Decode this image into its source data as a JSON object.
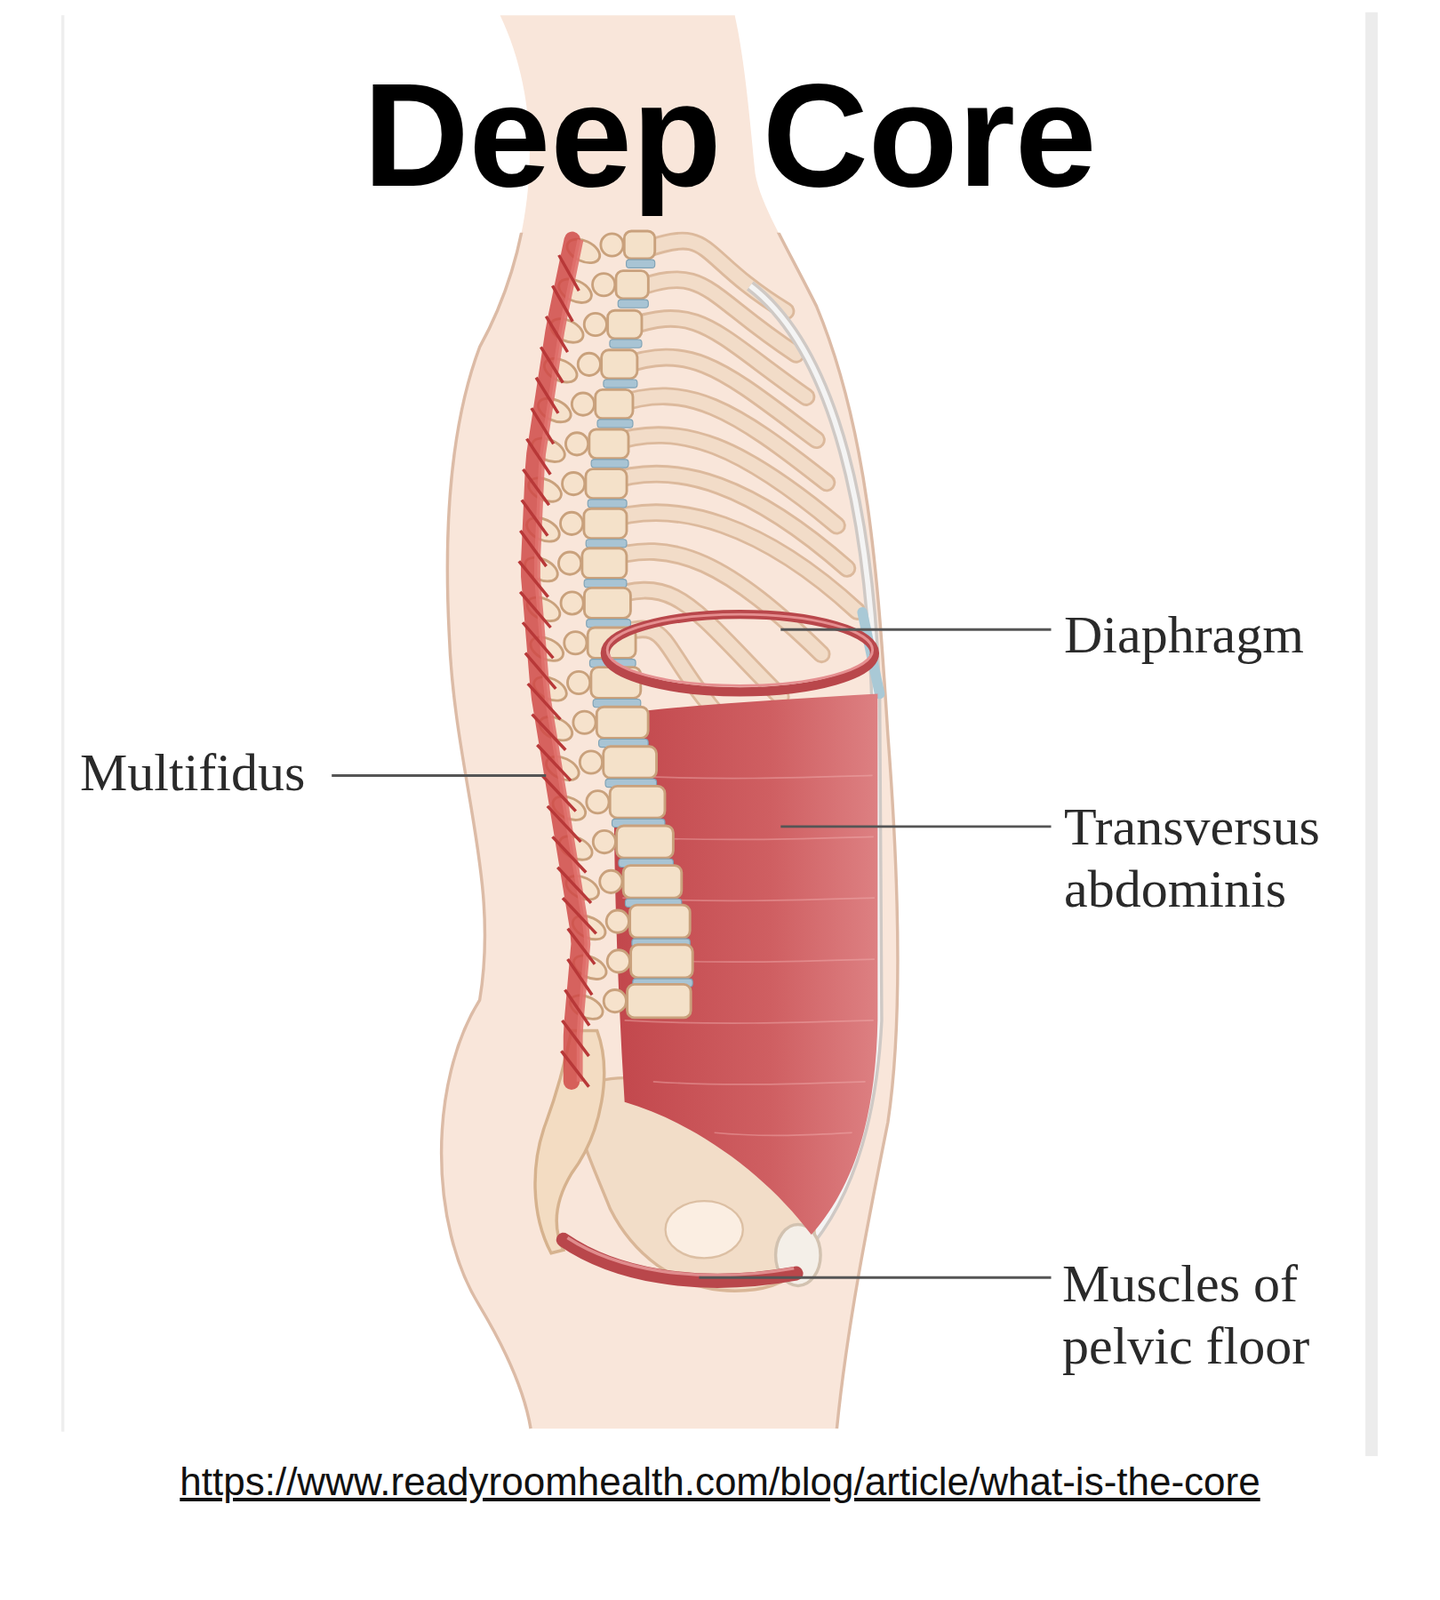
{
  "diagram": {
    "title": "Deep Core",
    "caption": "https://www.readyroomhealth.com/blog/article/what-is-the-core",
    "labels": [
      "Diaphragm",
      "Multifidus",
      "Transversus abdominis",
      "Muscles of pelvic floor"
    ]
  }
}
